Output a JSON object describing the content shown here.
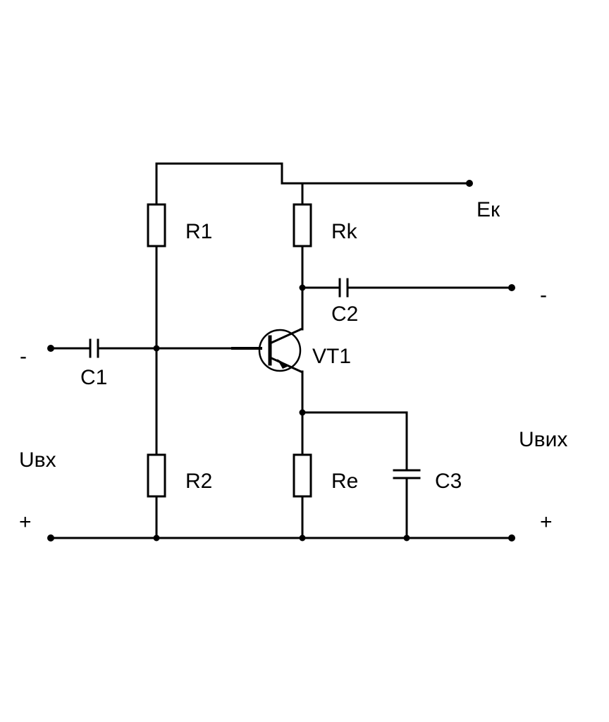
{
  "components": {
    "r1": "R1",
    "rk": "Rk",
    "r2": "R2",
    "re": "Re",
    "c1": "C1",
    "c2": "C2",
    "c3": "C3",
    "vt1": "VT1"
  },
  "supply": {
    "label": "Eк"
  },
  "input": {
    "label": "Uвх",
    "minus": "-",
    "plus": "+"
  },
  "output": {
    "label": "Uвих",
    "minus": "-",
    "plus": "+"
  },
  "colors": {
    "line": "#000000",
    "background": "#ffffff"
  }
}
